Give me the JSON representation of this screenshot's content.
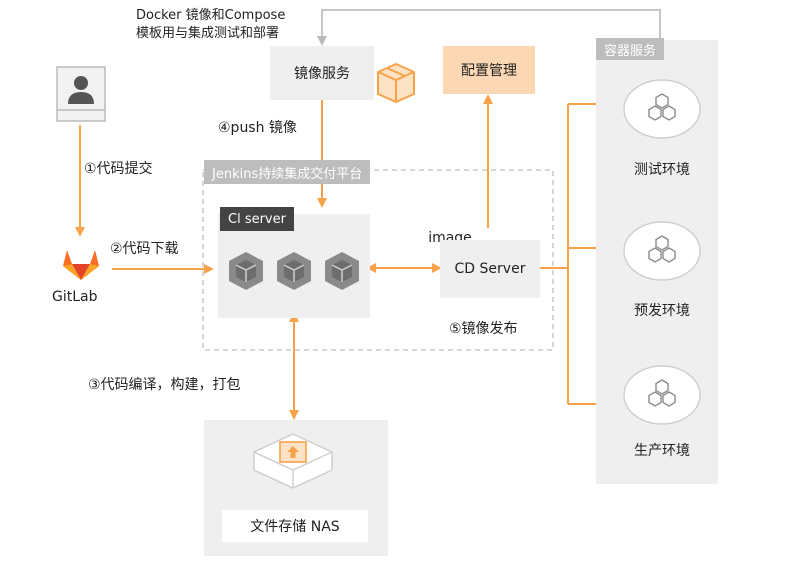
{
  "colors": {
    "accent": "#f7a24b",
    "config_bg": "#fbd7b3",
    "tag_dark": "#444444",
    "tag_gray": "#bdbdbd",
    "panel_gray": "#efefef",
    "cube": "#8a8a8a"
  },
  "labels": {
    "docker_note_line1": "Docker 镜像和Compose",
    "docker_note_line2": "模板用与集成测试和部署",
    "image_service": "镜像服务",
    "config_mgmt": "配置管理",
    "container_service": "容器服务",
    "step4": "④push 镜像",
    "step1": "①代码提交",
    "step2": "②代码下载",
    "step3": "③代码编译，构建，打包",
    "step5": "⑤镜像发布",
    "jenkins_platform": "Jenkins持续集成交付平台",
    "ci_server": "Cl server",
    "image": "image",
    "cd_server": "CD Server",
    "gitlab": "GitLab",
    "nas": "文件存储 NAS",
    "env_test": "测试环境",
    "env_pre": "预发环境",
    "env_prod": "生产环境"
  },
  "icons": {
    "user": "user-icon",
    "gitlab": "gitlab-logo-icon",
    "box": "package-box-icon",
    "cube": "cube-icon",
    "hexagon": "hexagon-cluster-icon",
    "nas": "nas-storage-icon"
  }
}
